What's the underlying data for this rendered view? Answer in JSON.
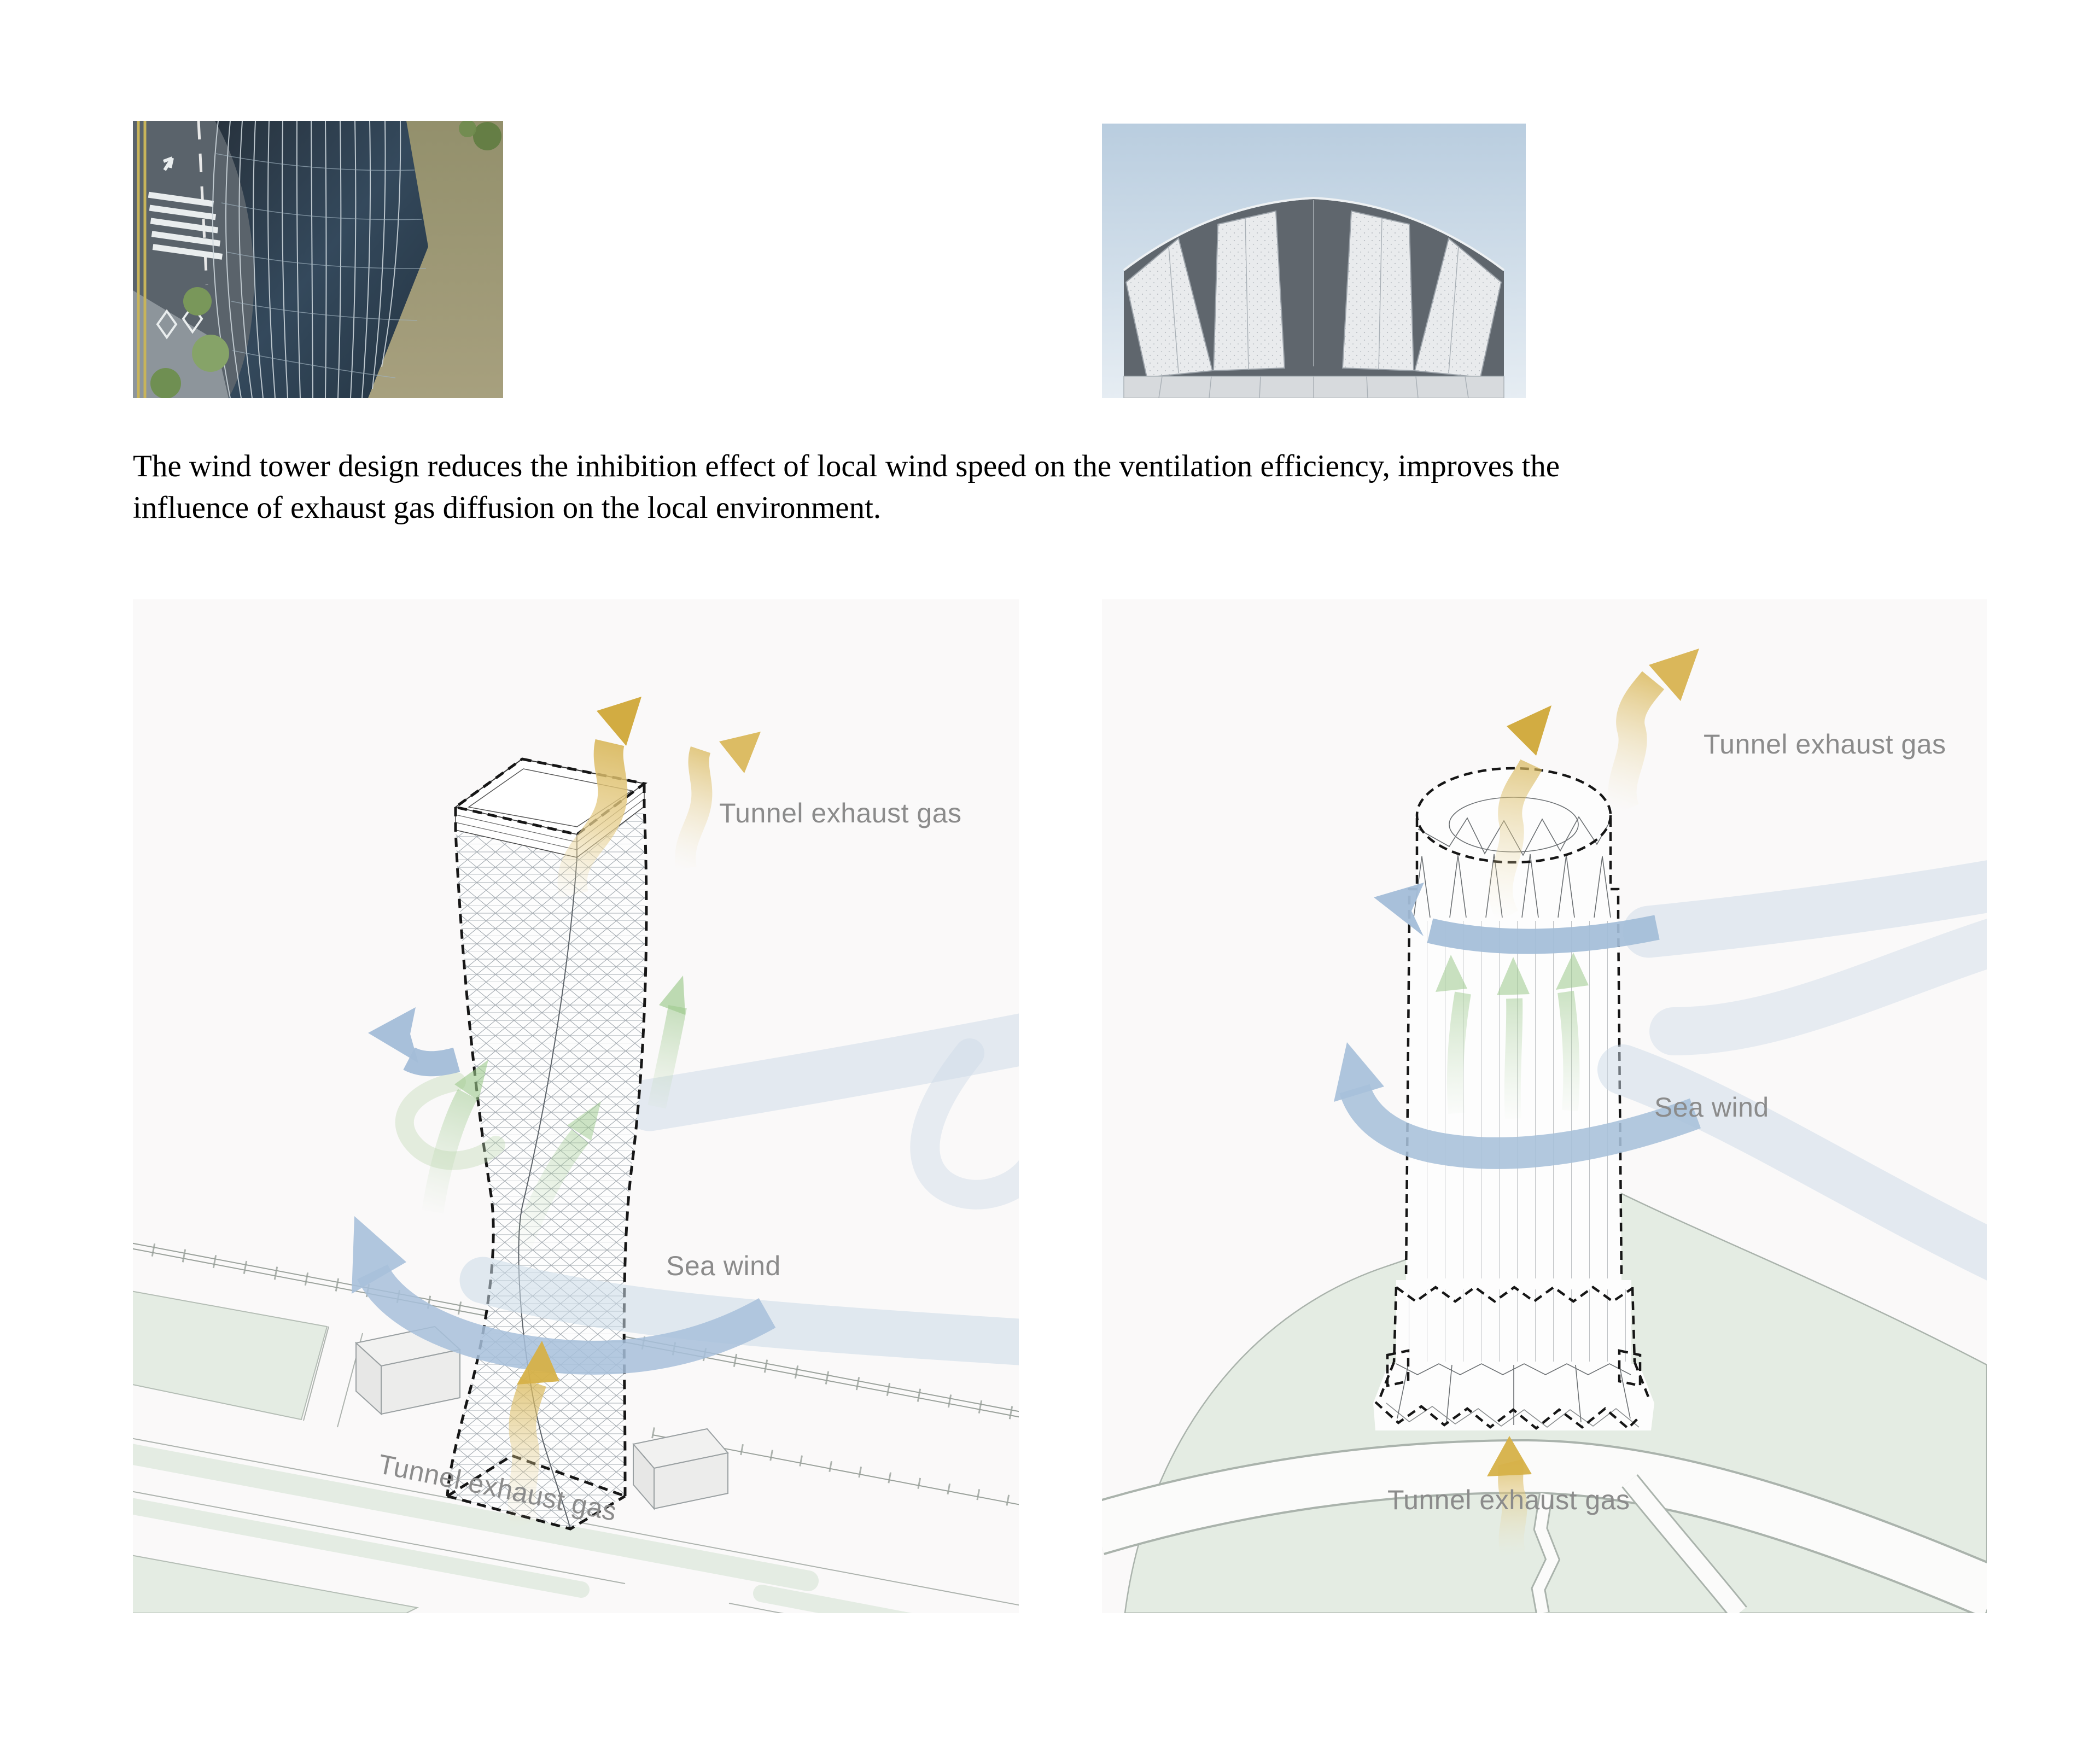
{
  "paragraph": {
    "line1": "The wind tower design reduces the inhibition effect of local wind speed on the ventilation efficiency, improves the",
    "line2": "influence of exhaust gas diffusion on the local environment."
  },
  "left_diagram": {
    "label_top": "Tunnel exhaust gas",
    "label_sea": "Sea wind",
    "label_bottom": "Tunnel exhaust gas"
  },
  "right_diagram": {
    "label_top": "Tunnel exhaust gas",
    "label_sea": "Sea wind",
    "label_bottom": "Tunnel exhaust gas"
  },
  "colors": {
    "panel_bg": "#faf9f9",
    "label_gray": "#8b8b8b",
    "exhaust_yellow": "#d6ae45",
    "wind_blue": "#a3bdd8",
    "stream_blue": "#cbdae8",
    "updraft_green": "#a4cd95",
    "ground_green": "#e4ece3"
  }
}
